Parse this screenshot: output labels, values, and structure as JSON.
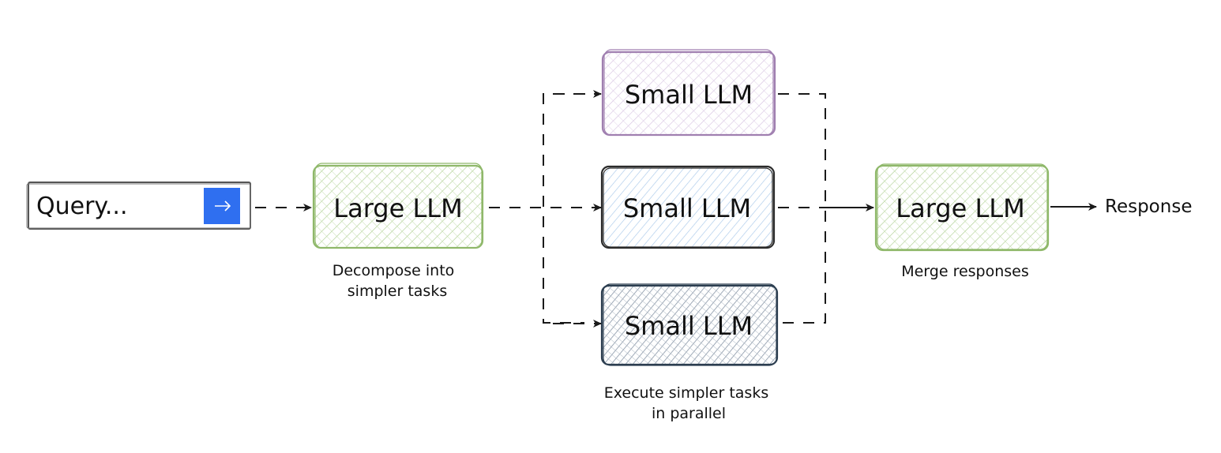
{
  "query_box": {
    "placeholder": "Query...",
    "submit_icon": "arrow-right-icon",
    "button_color": "#2f6ff0"
  },
  "nodes": {
    "large_llm_1": {
      "label": "Large LLM",
      "stroke": "#8fb86a",
      "fill": "#dcebcf"
    },
    "small_llm_1": {
      "label": "Small LLM",
      "stroke": "#a07fb0",
      "fill": "#e9ddef"
    },
    "small_llm_2": {
      "label": "Small LLM",
      "stroke": "#2b2b2b",
      "fill": "#cfe2f3"
    },
    "small_llm_3": {
      "label": "Small LLM",
      "stroke": "#2c3e50",
      "fill": "#aeb8c4"
    },
    "large_llm_2": {
      "label": "Large LLM",
      "stroke": "#8fb86a",
      "fill": "#dcebcf"
    }
  },
  "captions": {
    "decompose": [
      "Decompose into",
      "simpler tasks"
    ],
    "execute": [
      "Execute simpler tasks",
      "in parallel"
    ],
    "merge": [
      "Merge responses"
    ]
  },
  "output": {
    "label": "Response"
  }
}
